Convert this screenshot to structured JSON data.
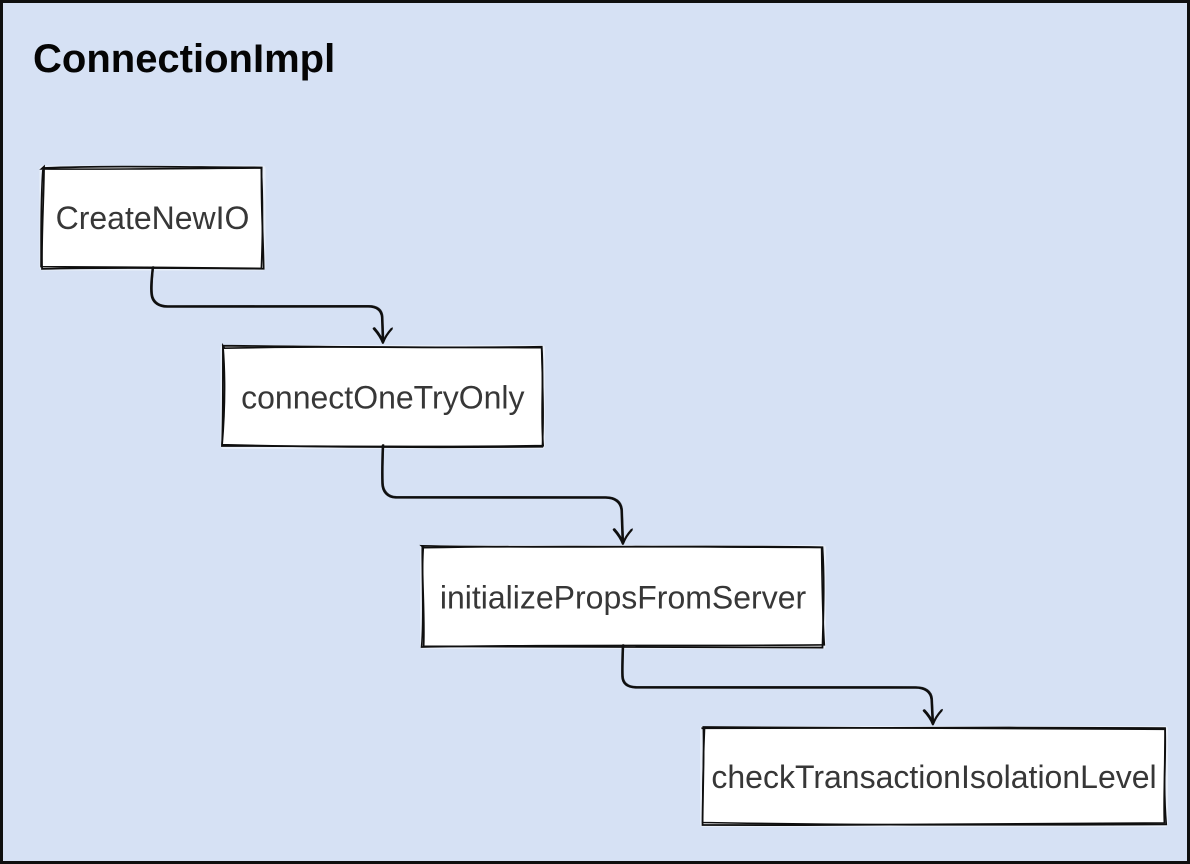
{
  "diagram": {
    "title": "ConnectionImpl",
    "nodes": [
      {
        "id": "createNewIO",
        "label": "CreateNewIO"
      },
      {
        "id": "connectOneTryOnly",
        "label": "connectOneTryOnly"
      },
      {
        "id": "initializePropsFromServer",
        "label": "initializePropsFromServer"
      },
      {
        "id": "checkTransactionIsolationLevel",
        "label": "checkTransactionIsolationLevel"
      }
    ],
    "edges": [
      {
        "from": "CreateNewIO",
        "to": "connectOneTryOnly"
      },
      {
        "from": "connectOneTryOnly",
        "to": "initializePropsFromServer"
      },
      {
        "from": "initializePropsFromServer",
        "to": "checkTransactionIsolationLevel"
      }
    ],
    "colors": {
      "background": "#d6e1f4",
      "node_fill": "#ffffff",
      "ink": "#0f0f0f",
      "label_text": "#373737",
      "title_text": "#050505"
    }
  }
}
